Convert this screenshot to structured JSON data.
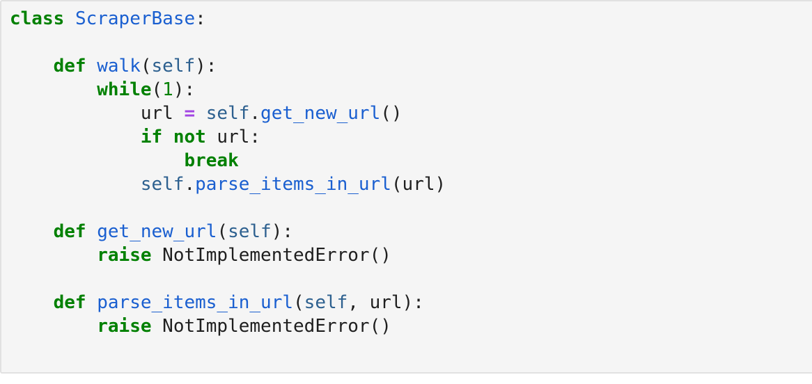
{
  "code_block": {
    "colors": {
      "background": "#f5f5f5",
      "border": "#e1e1e1",
      "plain": "#1f1f1f",
      "keyword": "#008000",
      "name": "#1a5fd0",
      "self": "#2d608f",
      "operator": "#a346e3",
      "number": "#008000"
    },
    "lines": [
      [
        [
          "kw",
          "class"
        ],
        [
          "pl",
          " "
        ],
        [
          "nm",
          "ScraperBase"
        ],
        [
          "pl",
          ":"
        ]
      ],
      [],
      [
        [
          "pl",
          "    "
        ],
        [
          "kw",
          "def"
        ],
        [
          "pl",
          " "
        ],
        [
          "nm",
          "walk"
        ],
        [
          "pl",
          "("
        ],
        [
          "slf",
          "self"
        ],
        [
          "pl",
          "):"
        ]
      ],
      [
        [
          "pl",
          "        "
        ],
        [
          "kw",
          "while"
        ],
        [
          "pl",
          "("
        ],
        [
          "num",
          "1"
        ],
        [
          "pl",
          "):"
        ]
      ],
      [
        [
          "pl",
          "            url "
        ],
        [
          "op",
          "="
        ],
        [
          "pl",
          " "
        ],
        [
          "slf",
          "self"
        ],
        [
          "pl",
          "."
        ],
        [
          "nm",
          "get_new_url"
        ],
        [
          "pl",
          "()"
        ]
      ],
      [
        [
          "pl",
          "            "
        ],
        [
          "kw",
          "if"
        ],
        [
          "pl",
          " "
        ],
        [
          "kw",
          "not"
        ],
        [
          "pl",
          " url:"
        ]
      ],
      [
        [
          "pl",
          "                "
        ],
        [
          "kw",
          "break"
        ]
      ],
      [
        [
          "pl",
          "            "
        ],
        [
          "slf",
          "self"
        ],
        [
          "pl",
          "."
        ],
        [
          "nm",
          "parse_items_in_url"
        ],
        [
          "pl",
          "(url)"
        ]
      ],
      [],
      [
        [
          "pl",
          "    "
        ],
        [
          "kw",
          "def"
        ],
        [
          "pl",
          " "
        ],
        [
          "nm",
          "get_new_url"
        ],
        [
          "pl",
          "("
        ],
        [
          "slf",
          "self"
        ],
        [
          "pl",
          "):"
        ]
      ],
      [
        [
          "pl",
          "        "
        ],
        [
          "kw",
          "raise"
        ],
        [
          "pl",
          " NotImplementedError()"
        ]
      ],
      [],
      [
        [
          "pl",
          "    "
        ],
        [
          "kw",
          "def"
        ],
        [
          "pl",
          " "
        ],
        [
          "nm",
          "parse_items_in_url"
        ],
        [
          "pl",
          "("
        ],
        [
          "slf",
          "self"
        ],
        [
          "pl",
          ", url):"
        ]
      ],
      [
        [
          "pl",
          "        "
        ],
        [
          "kw",
          "raise"
        ],
        [
          "pl",
          " NotImplementedError()"
        ]
      ]
    ]
  }
}
